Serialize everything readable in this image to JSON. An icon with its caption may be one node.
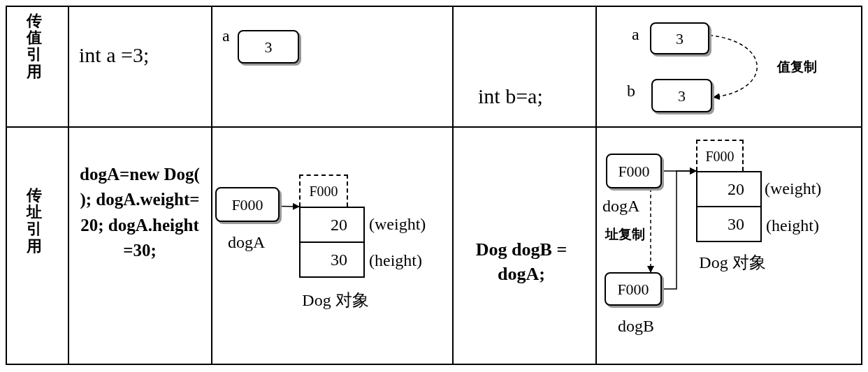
{
  "diagram": {
    "nodes": [
      {
        "text": [
          "3"
        ],
        "beside": [
          "a"
        ]
      },
      {
        "text": [
          "3"
        ],
        "beside": [
          "a"
        ]
      },
      {
        "text": [
          "3"
        ],
        "beside": [
          "b"
        ]
      },
      {
        "text": [
          "F000"
        ],
        "beside": [
          "dogA"
        ]
      },
      {
        "text": [
          "Dog 对象"
        ]
      },
      {
        "text": [
          "F000"
        ],
        "in": 4
      },
      {
        "text": [
          "20"
        ],
        "in": 4,
        "beside": [
          "(weight)"
        ]
      },
      {
        "text": [
          "30"
        ],
        "in": 4,
        "beside": [
          "(height)"
        ]
      },
      {
        "text": [
          "F000"
        ],
        "beside": [
          "dogA"
        ]
      },
      {
        "text": [
          "Dog 对象"
        ]
      },
      {
        "text": [
          "F000"
        ],
        "in": 9
      },
      {
        "text": [
          "20"
        ],
        "in": 9,
        "beside": [
          "(weight)"
        ]
      },
      {
        "text": [
          "30"
        ],
        "in": 9,
        "beside": [
          "(height)"
        ]
      },
      {
        "text": [
          "F000"
        ],
        "beside": [
          "dogB"
        ]
      }
    ],
    "edges": [
      {
        "from": 1,
        "to": 2,
        "arrow": "to",
        "style": "dashed",
        "label": "值复制"
      },
      {
        "from": 3,
        "to": 4,
        "arrow": "to"
      },
      {
        "from": 8,
        "to": 9,
        "arrow": "to"
      },
      {
        "from": 13,
        "to": 9,
        "arrow": "to"
      },
      {
        "from": 8,
        "to": 13,
        "arrow": "to",
        "style": "dashed",
        "label": "址复制"
      }
    ],
    "labels": [
      "传值引用",
      "int a =3;",
      "int b=a;",
      "传址引用",
      "dogA=new Dog( ); dogA.weight=20; dogA.height=30;",
      "Dog dogB = dogA;"
    ]
  }
}
